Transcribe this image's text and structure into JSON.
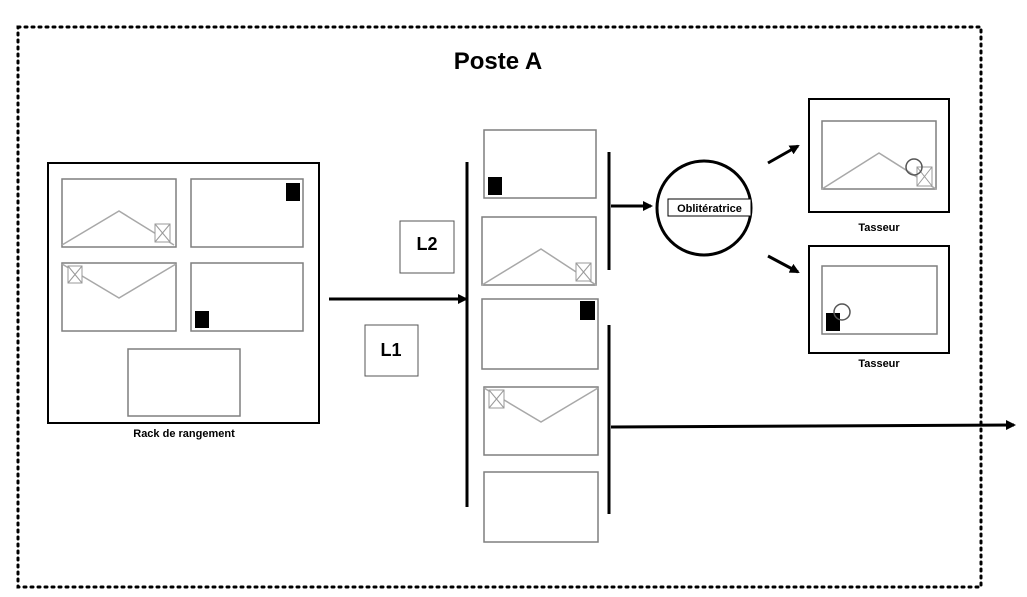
{
  "diagram": {
    "title": "Poste A",
    "rack_label": "Rack de rangement",
    "lot_labels": [
      "L2",
      "L1"
    ],
    "machine_label": "Oblitératrice",
    "tasseur_label_top": "Tasseur",
    "tasseur_label_bottom": "Tasseur"
  }
}
